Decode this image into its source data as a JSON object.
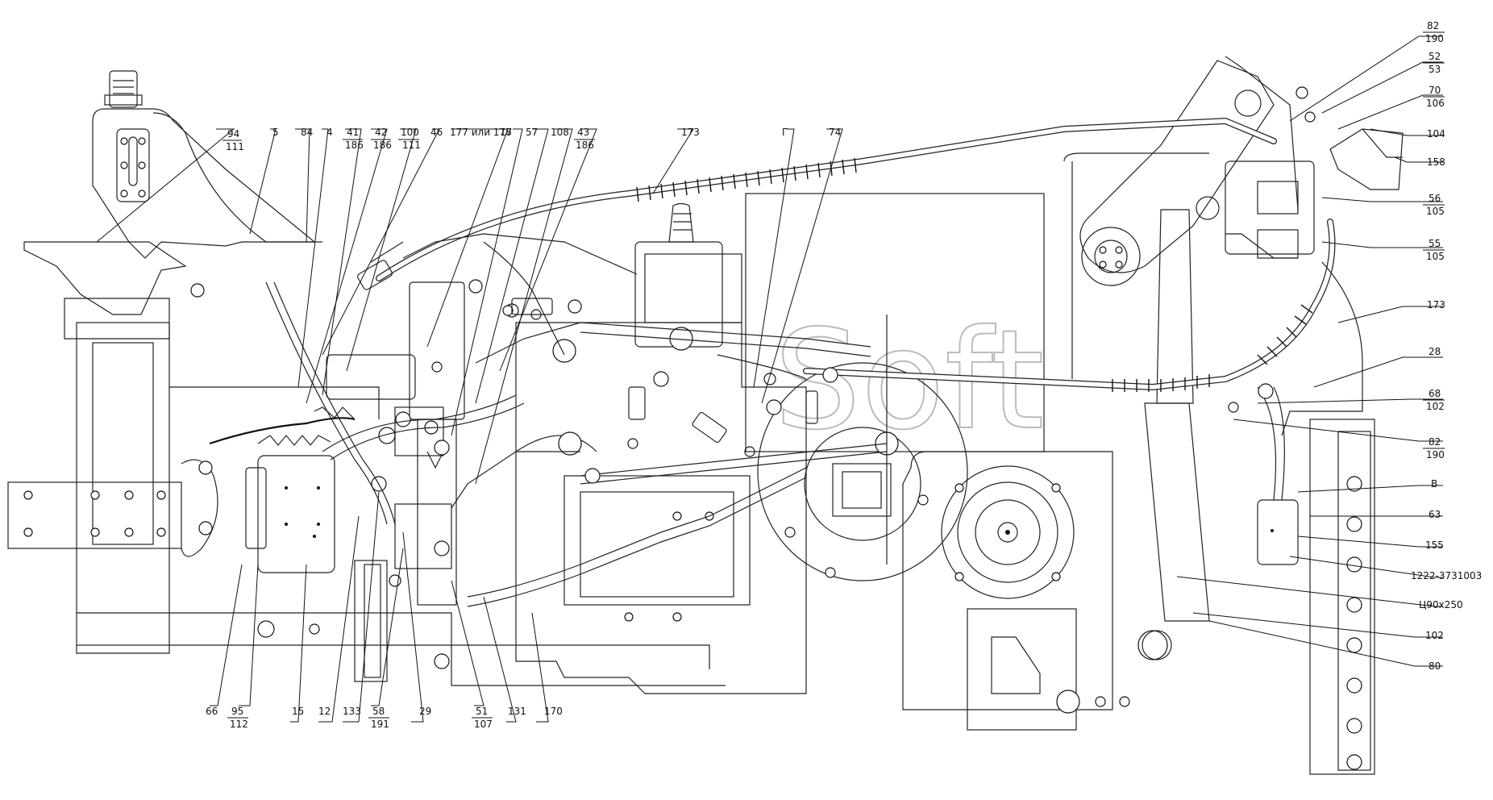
{
  "watermark": "Soft",
  "callouts": [
    {
      "id": "c94",
      "label": "94",
      "sub": "111"
    },
    {
      "id": "c5",
      "label": "5",
      "sub": ""
    },
    {
      "id": "c84",
      "label": "84",
      "sub": ""
    },
    {
      "id": "c4",
      "label": "4",
      "sub": ""
    },
    {
      "id": "c41",
      "label": "41",
      "sub": "186"
    },
    {
      "id": "c42",
      "label": "42",
      "sub": "186"
    },
    {
      "id": "c100",
      "label": "100",
      "sub": "111"
    },
    {
      "id": "c46",
      "label": "46",
      "sub": ""
    },
    {
      "id": "c177",
      "label": "177 или 178",
      "sub": ""
    },
    {
      "id": "c17",
      "label": "17",
      "sub": ""
    },
    {
      "id": "c57",
      "label": "57",
      "sub": ""
    },
    {
      "id": "c108",
      "label": "108",
      "sub": ""
    },
    {
      "id": "c43",
      "label": "43",
      "sub": "186"
    },
    {
      "id": "c173a",
      "label": "173",
      "sub": ""
    },
    {
      "id": "cG",
      "label": "Г",
      "sub": ""
    },
    {
      "id": "c74",
      "label": "74",
      "sub": ""
    },
    {
      "id": "c82a",
      "label": "82",
      "sub": "190"
    },
    {
      "id": "c52",
      "label": "52",
      "sub": "53"
    },
    {
      "id": "c70",
      "label": "70",
      "sub": "106"
    },
    {
      "id": "c104",
      "label": "104",
      "sub": ""
    },
    {
      "id": "c158",
      "label": "158",
      "sub": ""
    },
    {
      "id": "c56",
      "label": "56",
      "sub": "105"
    },
    {
      "id": "c55",
      "label": "55",
      "sub": "105"
    },
    {
      "id": "c173b",
      "label": "173",
      "sub": ""
    },
    {
      "id": "c28",
      "label": "28",
      "sub": ""
    },
    {
      "id": "c68",
      "label": "68",
      "sub": "102"
    },
    {
      "id": "c82b",
      "label": "82",
      "sub": "190"
    },
    {
      "id": "cV",
      "label": "В",
      "sub": ""
    },
    {
      "id": "c63",
      "label": "63",
      "sub": ""
    },
    {
      "id": "c155",
      "label": "155",
      "sub": ""
    },
    {
      "id": "c1222",
      "label": "1222-3731003",
      "sub": ""
    },
    {
      "id": "cC90",
      "label": "Ц90х250",
      "sub": ""
    },
    {
      "id": "c102",
      "label": "102",
      "sub": ""
    },
    {
      "id": "c80",
      "label": "80",
      "sub": ""
    },
    {
      "id": "c66",
      "label": "66",
      "sub": ""
    },
    {
      "id": "c95",
      "label": "95",
      "sub": "112"
    },
    {
      "id": "c15",
      "label": "15",
      "sub": ""
    },
    {
      "id": "c12",
      "label": "12",
      "sub": ""
    },
    {
      "id": "c133",
      "label": "133",
      "sub": ""
    },
    {
      "id": "c58",
      "label": "58",
      "sub": "191"
    },
    {
      "id": "c29",
      "label": "29",
      "sub": ""
    },
    {
      "id": "c51",
      "label": "51",
      "sub": "107"
    },
    {
      "id": "c131",
      "label": "131",
      "sub": ""
    },
    {
      "id": "c170",
      "label": "170",
      "sub": ""
    }
  ]
}
